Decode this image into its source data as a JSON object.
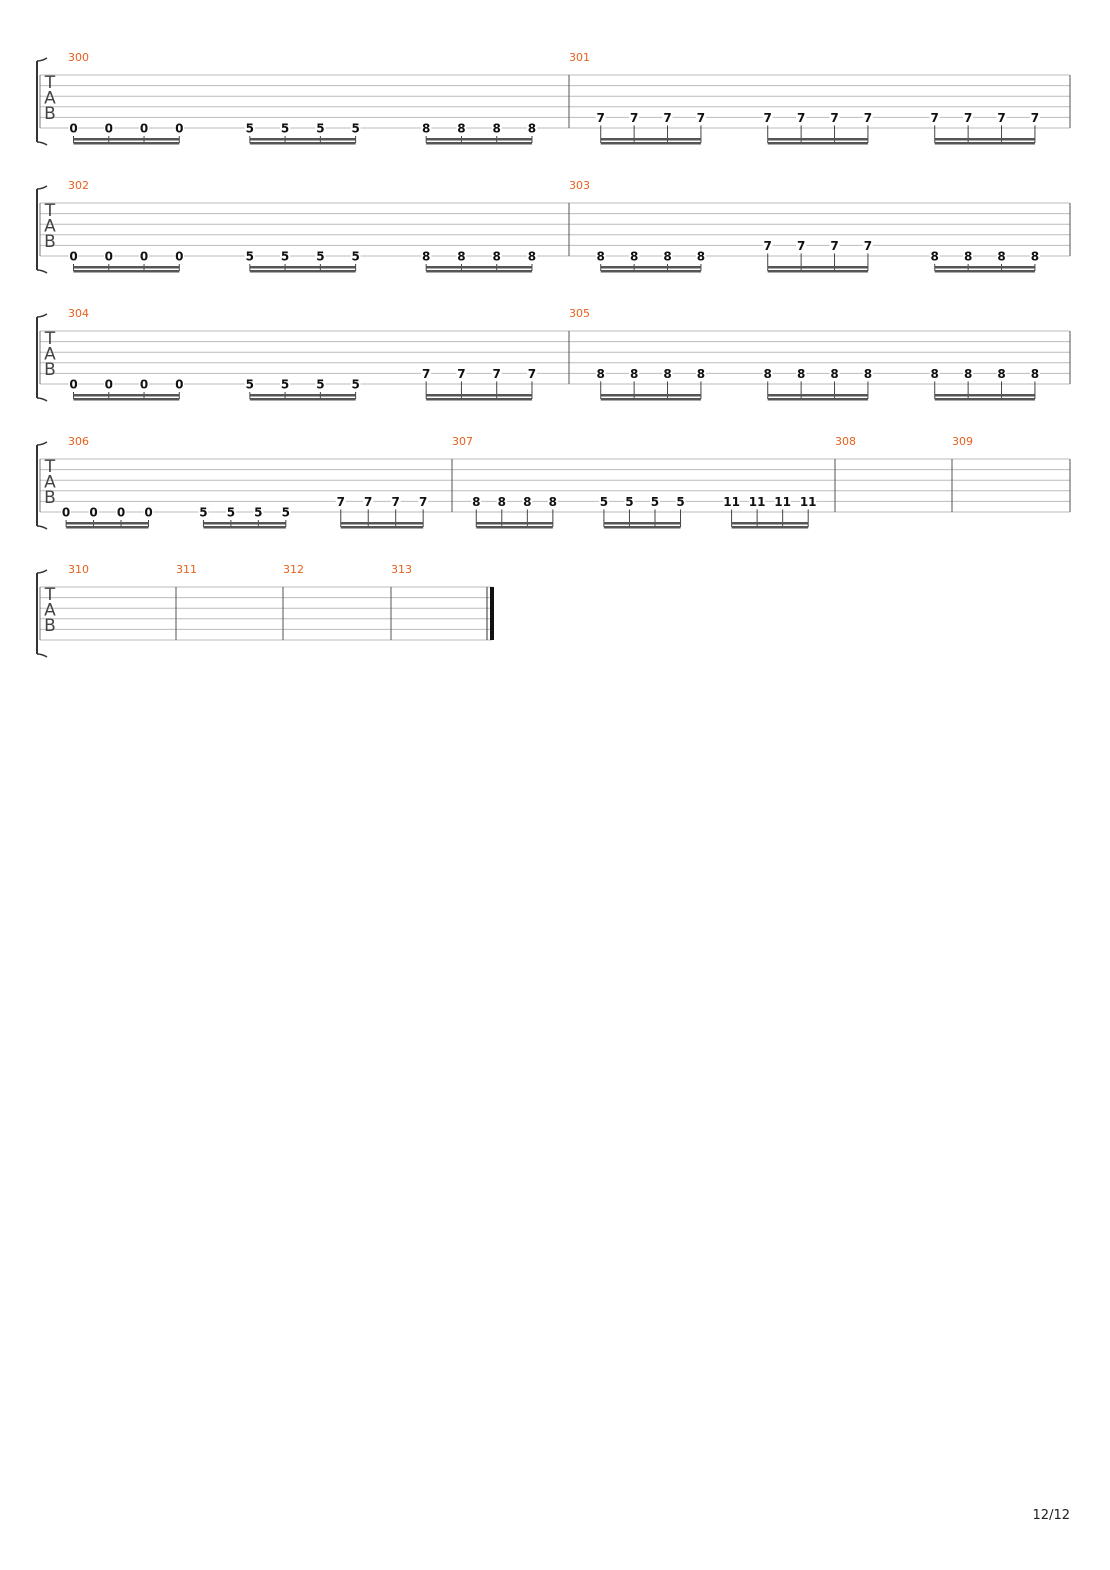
{
  "tab_clef": [
    "T",
    "A",
    "B"
  ],
  "colors": {
    "measure_number": "#e8601c",
    "staff_line": "#bbbbbb",
    "note": "#111111",
    "beam": "#555555"
  },
  "page_number": "12/12",
  "systems": [
    {
      "measures": [
        {
          "number": "300",
          "groups": [
            {
              "string": 6,
              "frets": [
                "0",
                "0",
                "0",
                "0"
              ]
            },
            {
              "string": 6,
              "frets": [
                "5",
                "5",
                "5",
                "5"
              ]
            },
            {
              "string": 6,
              "frets": [
                "8",
                "8",
                "8",
                "8"
              ]
            }
          ]
        },
        {
          "number": "301",
          "groups": [
            {
              "string": 5,
              "frets": [
                "7",
                "7",
                "7",
                "7"
              ]
            },
            {
              "string": 5,
              "frets": [
                "7",
                "7",
                "7",
                "7"
              ]
            },
            {
              "string": 5,
              "frets": [
                "7",
                "7",
                "7",
                "7"
              ]
            }
          ]
        }
      ]
    },
    {
      "measures": [
        {
          "number": "302",
          "groups": [
            {
              "string": 6,
              "frets": [
                "0",
                "0",
                "0",
                "0"
              ]
            },
            {
              "string": 6,
              "frets": [
                "5",
                "5",
                "5",
                "5"
              ]
            },
            {
              "string": 6,
              "frets": [
                "8",
                "8",
                "8",
                "8"
              ]
            }
          ]
        },
        {
          "number": "303",
          "groups": [
            {
              "string": 6,
              "frets": [
                "8",
                "8",
                "8",
                "8"
              ]
            },
            {
              "string": 5,
              "frets": [
                "7",
                "7",
                "7",
                "7"
              ]
            },
            {
              "string": 6,
              "frets": [
                "8",
                "8",
                "8",
                "8"
              ]
            }
          ]
        }
      ]
    },
    {
      "measures": [
        {
          "number": "304",
          "groups": [
            {
              "string": 6,
              "frets": [
                "0",
                "0",
                "0",
                "0"
              ]
            },
            {
              "string": 6,
              "frets": [
                "5",
                "5",
                "5",
                "5"
              ]
            },
            {
              "string": 5,
              "frets": [
                "7",
                "7",
                "7",
                "7"
              ]
            }
          ]
        },
        {
          "number": "305",
          "groups": [
            {
              "string": 5,
              "frets": [
                "8",
                "8",
                "8",
                "8"
              ]
            },
            {
              "string": 5,
              "frets": [
                "8",
                "8",
                "8",
                "8"
              ]
            },
            {
              "string": 5,
              "frets": [
                "8",
                "8",
                "8",
                "8"
              ]
            }
          ]
        }
      ]
    },
    {
      "measures": [
        {
          "number": "306",
          "groups": [
            {
              "string": 6,
              "frets": [
                "0",
                "0",
                "0",
                "0"
              ]
            },
            {
              "string": 6,
              "frets": [
                "5",
                "5",
                "5",
                "5"
              ]
            },
            {
              "string": 5,
              "frets": [
                "7",
                "7",
                "7",
                "7"
              ]
            }
          ]
        },
        {
          "number": "307",
          "groups": [
            {
              "string": 5,
              "frets": [
                "8",
                "8",
                "8",
                "8"
              ]
            },
            {
              "string": 5,
              "frets": [
                "5",
                "5",
                "5",
                "5"
              ]
            },
            {
              "string": 5,
              "frets": [
                "11",
                "11",
                "11",
                "11"
              ]
            }
          ]
        },
        {
          "number": "308",
          "groups": []
        },
        {
          "number": "309",
          "groups": []
        }
      ]
    },
    {
      "final_barline": true,
      "measures": [
        {
          "number": "310",
          "groups": []
        },
        {
          "number": "311",
          "groups": []
        },
        {
          "number": "312",
          "groups": []
        },
        {
          "number": "313",
          "groups": []
        }
      ]
    }
  ]
}
